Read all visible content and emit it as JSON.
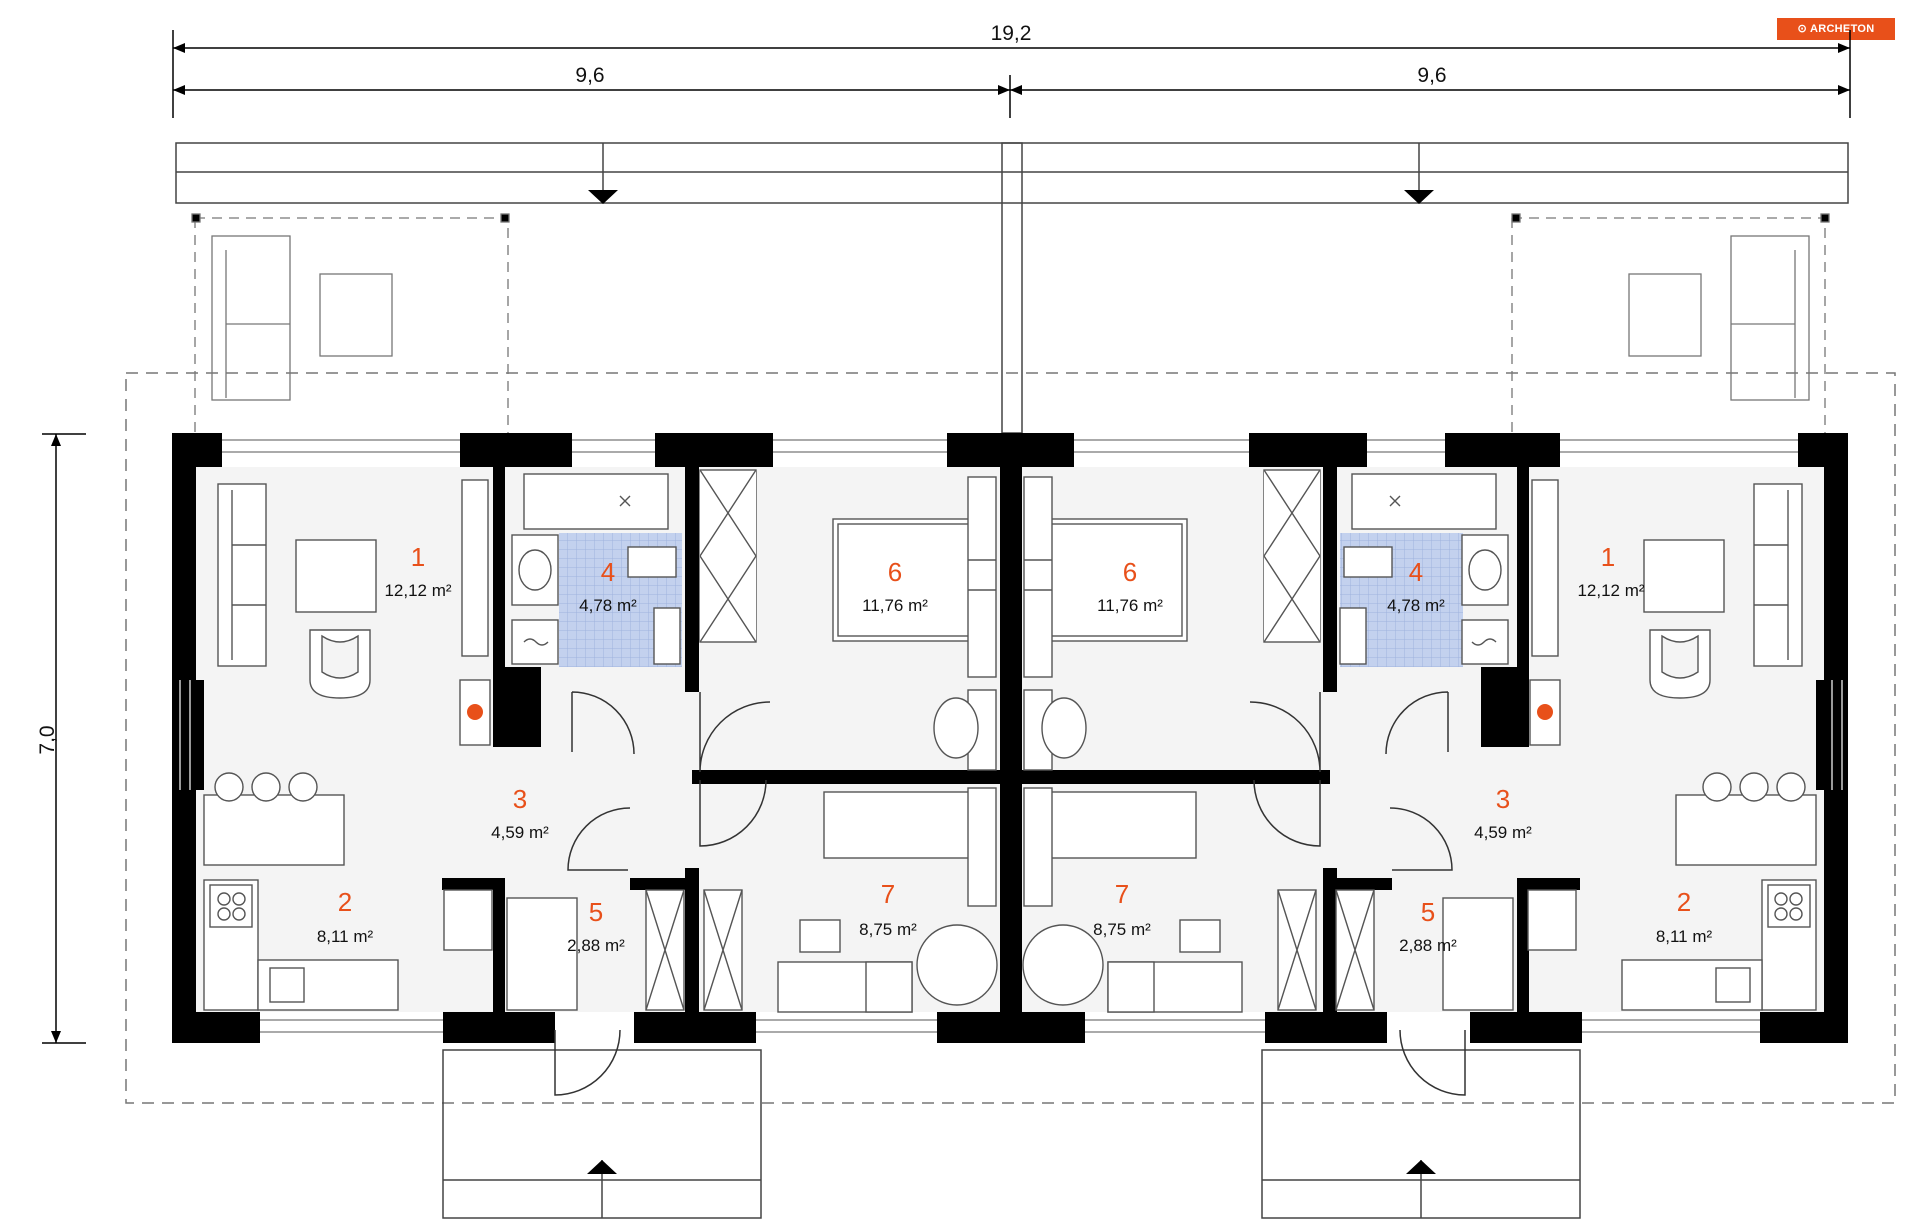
{
  "brand": "ARCHETON",
  "dimensions": {
    "total_width": "19,2",
    "half_left": "9,6",
    "half_right": "9,6",
    "depth": "7,0"
  },
  "units": [
    {
      "rooms": [
        {
          "no": "1",
          "area": "12,12 m²"
        },
        {
          "no": "2",
          "area": "8,11 m²"
        },
        {
          "no": "3",
          "area": "4,59 m²"
        },
        {
          "no": "4",
          "area": "4,78 m²"
        },
        {
          "no": "5",
          "area": "2,88 m²"
        },
        {
          "no": "6",
          "area": "11,76 m²"
        },
        {
          "no": "7",
          "area": "8,75 m²"
        }
      ]
    },
    {
      "rooms": [
        {
          "no": "1",
          "area": "12,12 m²"
        },
        {
          "no": "2",
          "area": "8,11 m²"
        },
        {
          "no": "3",
          "area": "4,59 m²"
        },
        {
          "no": "4",
          "area": "4,78 m²"
        },
        {
          "no": "5",
          "area": "2,88 m²"
        },
        {
          "no": "6",
          "area": "11,76 m²"
        },
        {
          "no": "7",
          "area": "8,75 m²"
        }
      ]
    }
  ],
  "colors": {
    "wall": "#000000",
    "floor": "#f4f4f4",
    "room_number": "#e8501a",
    "bathroom_tile": "#c3d1ee",
    "brand": "#e8501a"
  }
}
